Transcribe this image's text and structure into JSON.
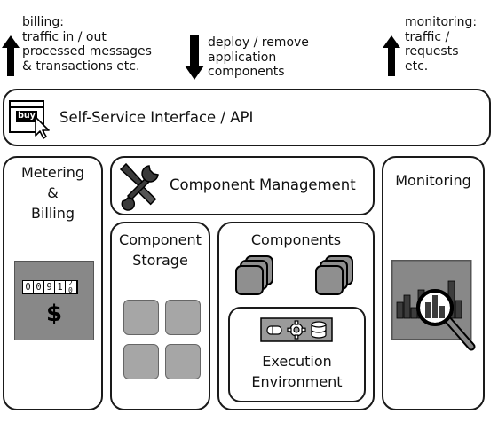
{
  "annotations": {
    "billing": "billing:\ntraffic in / out\nprocessed messages\n& transactions etc.",
    "deploy": "deploy / remove\napplication\ncomponents",
    "monitoring": "monitoring:\ntraffic /\nrequests\netc."
  },
  "interface": {
    "buy_label": "buy",
    "title": "Self-Service Interface / API"
  },
  "metering": {
    "title": "Metering\n&\nBilling",
    "counter_digits": [
      "0",
      "0",
      "9",
      "1",
      "2",
      "0"
    ],
    "currency": "$"
  },
  "component_management": {
    "title": "Component Management"
  },
  "component_storage": {
    "title": "Component\nStorage"
  },
  "components": {
    "title": "Components"
  },
  "execution": {
    "title": "Execution\nEnvironment"
  },
  "monitoring_box": {
    "title": "Monitoring"
  },
  "colors": {
    "panel_gray": "#888888",
    "tile_gray": "#a6a6a6",
    "component_gray": "#8f8f8f",
    "border": "#1a1a1a"
  }
}
